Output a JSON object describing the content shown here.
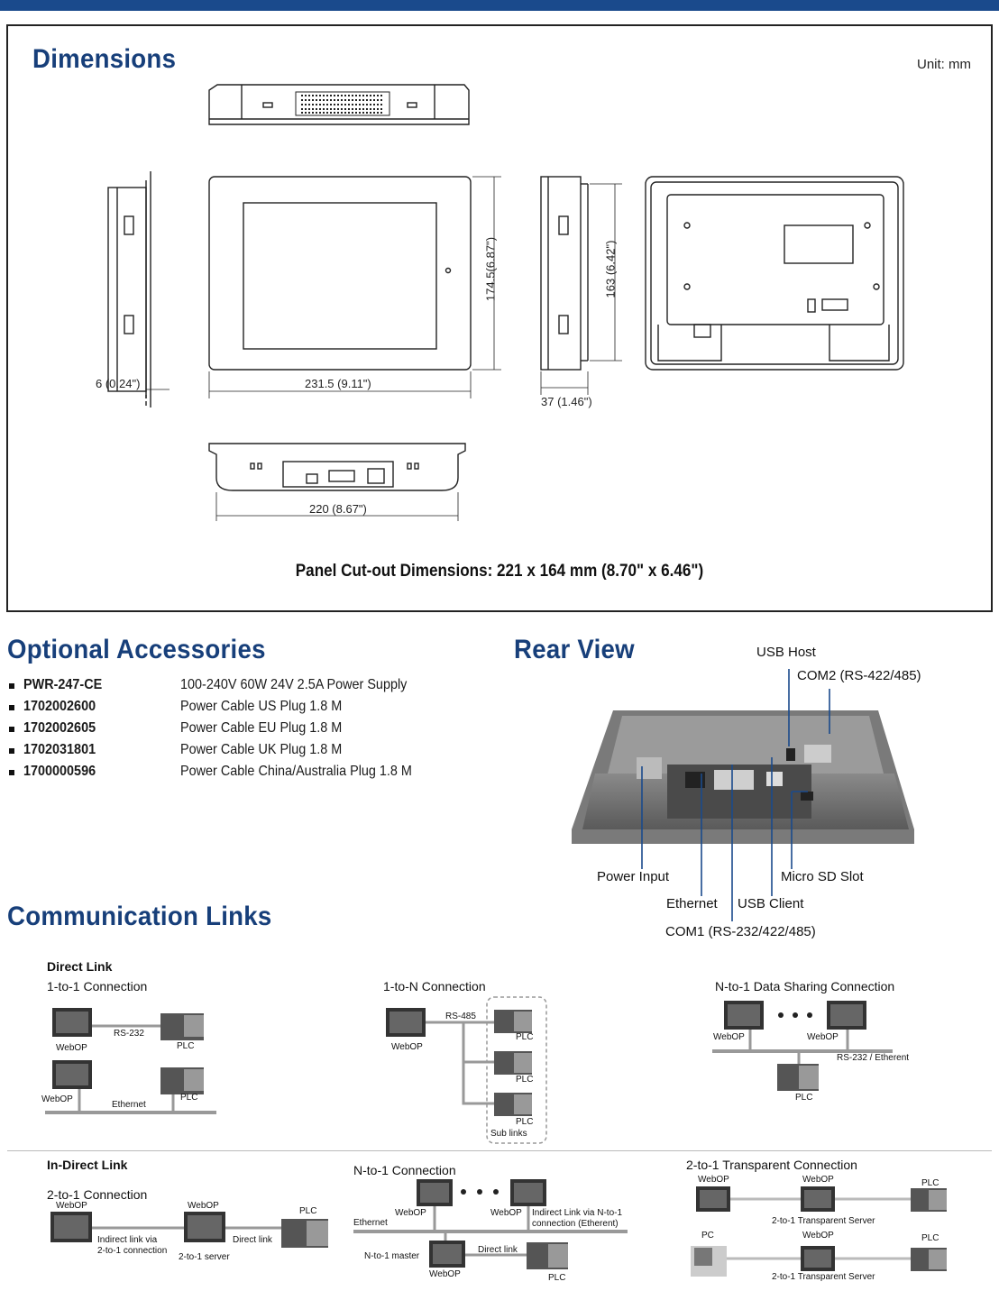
{
  "dimensions": {
    "title": "Dimensions",
    "unit": "Unit: mm",
    "labels": {
      "depth_front": "6 (0.24\")",
      "width": "231.5 (9.11\")",
      "height": "174.5(6.87\")",
      "inner_height": "163 (6.42\")",
      "depth_side": "37 (1.46\")",
      "bottom_width": "220 (8.67\")"
    },
    "cutout": "Panel Cut-out Dimensions: 221 x 164 mm (8.70\" x 6.46\")"
  },
  "accessories": {
    "title": "Optional Accessories",
    "items": [
      {
        "code": "PWR-247-CE",
        "desc": "100-240V 60W 24V 2.5A Power Supply"
      },
      {
        "code": "1702002600",
        "desc": "Power Cable US Plug 1.8 M"
      },
      {
        "code": "1702002605",
        "desc": "Power Cable EU Plug 1.8 M"
      },
      {
        "code": "1702031801",
        "desc": "Power Cable UK Plug 1.8 M"
      },
      {
        "code": "1700000596",
        "desc": "Power Cable China/Australia Plug 1.8 M"
      }
    ]
  },
  "rear_view": {
    "title": "Rear View",
    "labels": {
      "usb_host": "USB Host",
      "com2": "COM2 (RS-422/485)",
      "power_input": "Power Input",
      "ethernet": "Ethernet",
      "usb_client": "USB Client",
      "micro_sd": "Micro SD Slot",
      "com1": "COM1 (RS-232/422/485)"
    }
  },
  "comm_links": {
    "title": "Communication Links",
    "direct": {
      "heading": "Direct Link",
      "one_to_one": {
        "title": "1-to-1 Connection",
        "webop": "WebOP",
        "rs232": "RS-232",
        "plc": "PLC",
        "ethernet": "Ethernet"
      },
      "one_to_n": {
        "title": "1-to-N Connection",
        "webop": "WebOP",
        "rs485": "RS-485",
        "plc": "PLC",
        "sublinks": "Sub links"
      },
      "n_to_one": {
        "title": "N-to-1 Data Sharing Connection",
        "webop": "WebOP",
        "bus": "RS-232 / Etherent",
        "plc": "PLC"
      }
    },
    "indirect": {
      "heading": "In-Direct Link",
      "two_to_one": {
        "title": "2-to-1 Connection",
        "webop": "WebOP",
        "plc": "PLC",
        "indirect": "Indirect link via\n2-to-1 connection",
        "server": "2-to-1 server",
        "direct": "Direct link"
      },
      "n_to_one": {
        "title": "N-to-1 Connection",
        "webop": "WebOP",
        "ethernet": "Ethernet",
        "master": "N-to-1 master",
        "direct": "Direct link",
        "plc": "PLC",
        "indirect": "Indirect Link via N-to-1\nconnection (Etherent)"
      },
      "transparent": {
        "title": "2-to-1 Transparent Connection",
        "webop": "WebOP",
        "plc": "PLC",
        "pc": "PC",
        "server": "2-to-1 Transparent Server"
      }
    }
  }
}
